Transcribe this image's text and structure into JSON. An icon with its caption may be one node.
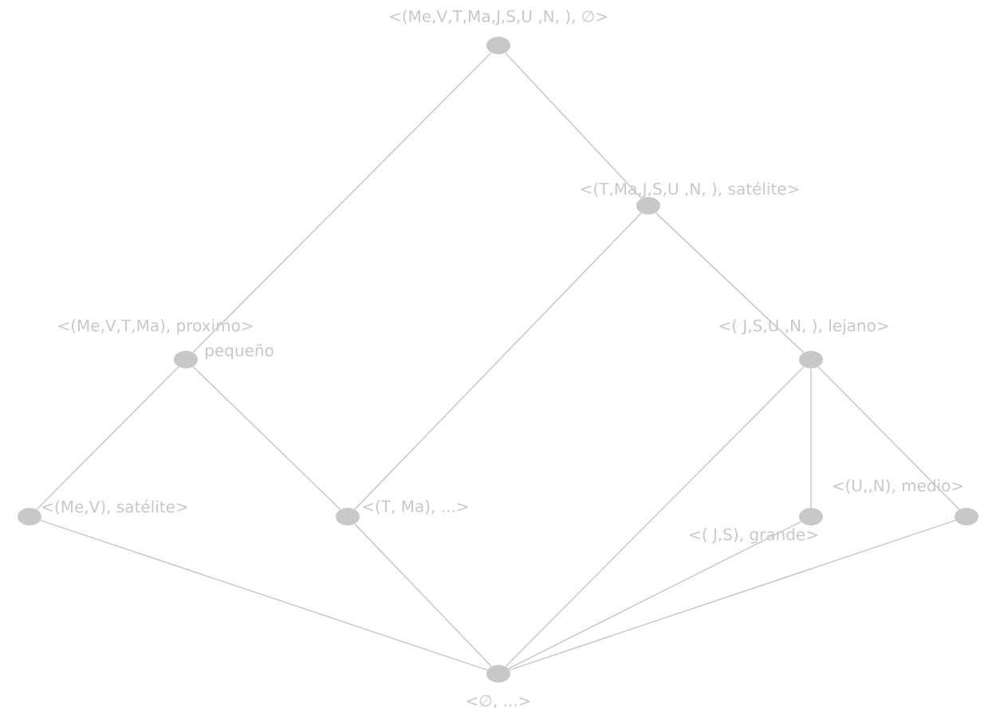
{
  "diagram": {
    "nodes": [
      {
        "text": [],
        "shape": "circle",
        "beside": [
          "<(Me,V,T,Ma,J,S,U ,N, ), ∅>"
        ]
      },
      {
        "text": [],
        "shape": "circle",
        "beside": [
          "<(T,Ma,J,S,U ,N, ), satélite>"
        ]
      },
      {
        "text": [],
        "shape": "circle",
        "beside": [
          "<(Me,V,T,Ma), proximo>",
          "pequeño"
        ]
      },
      {
        "text": [],
        "shape": "circle",
        "beside": [
          "<( J,S,U ,N, ), lejano>"
        ]
      },
      {
        "text": [],
        "shape": "circle",
        "beside": [
          "<(Me,V), satélite>"
        ]
      },
      {
        "text": [],
        "shape": "circle",
        "beside": [
          "<(T, Ma), ...>"
        ]
      },
      {
        "text": [],
        "shape": "circle",
        "beside": [
          "<( J,S), grande>"
        ]
      },
      {
        "text": [],
        "shape": "circle",
        "beside": [
          "<(U,,N), medio>"
        ]
      },
      {
        "text": [],
        "shape": "circle",
        "beside": [
          "<∅, ...>"
        ]
      }
    ],
    "edges": [
      {
        "from": 0,
        "to": 2,
        "arrow": "none"
      },
      {
        "from": 0,
        "to": 1,
        "arrow": "none"
      },
      {
        "from": 1,
        "to": 5,
        "arrow": "none"
      },
      {
        "from": 1,
        "to": 3,
        "arrow": "none"
      },
      {
        "from": 2,
        "to": 4,
        "arrow": "none"
      },
      {
        "from": 2,
        "to": 5,
        "arrow": "none"
      },
      {
        "from": 3,
        "to": 8,
        "arrow": "none"
      },
      {
        "from": 3,
        "to": 6,
        "arrow": "none"
      },
      {
        "from": 3,
        "to": 7,
        "arrow": "none"
      },
      {
        "from": 4,
        "to": 8,
        "arrow": "none"
      },
      {
        "from": 5,
        "to": 8,
        "arrow": "none"
      },
      {
        "from": 6,
        "to": 8,
        "arrow": "none"
      },
      {
        "from": 7,
        "to": 8,
        "arrow": "none"
      }
    ]
  }
}
